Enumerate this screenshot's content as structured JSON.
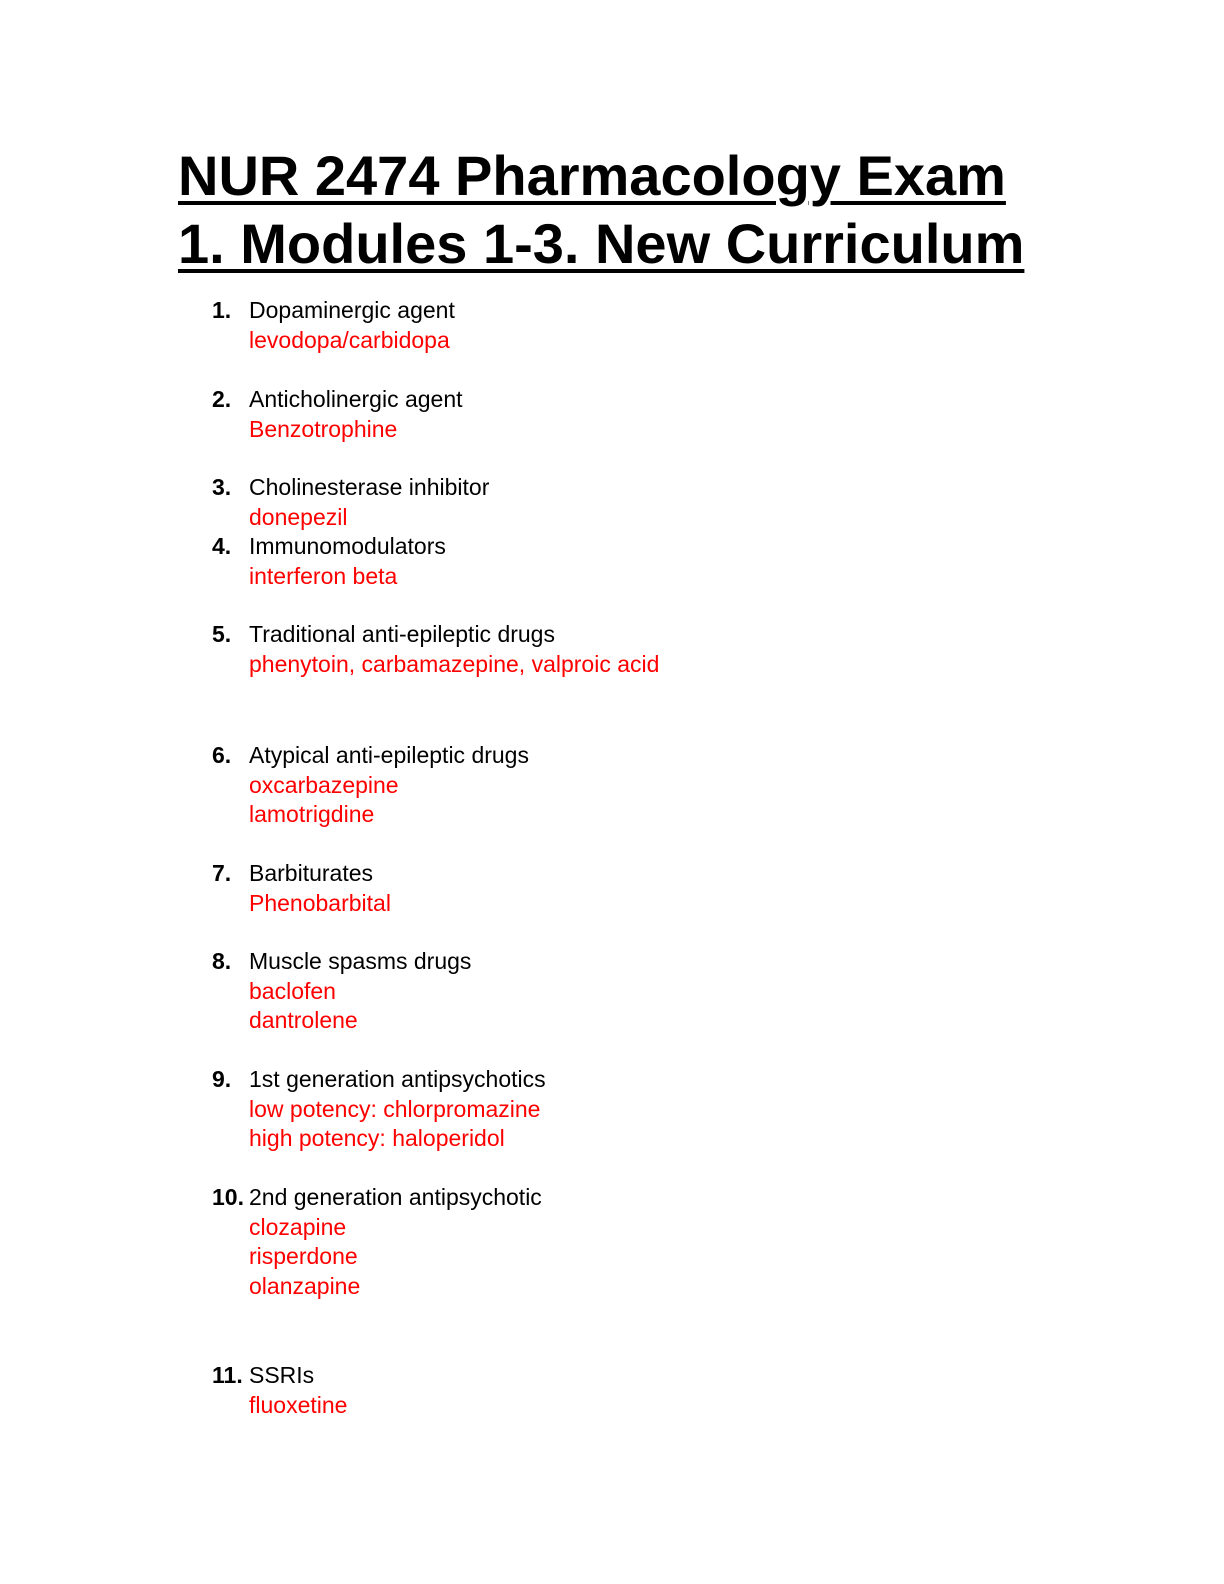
{
  "title": {
    "line1": "NUR 2474 Pharmacology Exam",
    "line2": "1. Modules 1-3. New Curriculum"
  },
  "items": [
    {
      "num": "1.",
      "label": "Dopaminergic agent",
      "answers": [
        "levodopa/carbidopa"
      ]
    },
    {
      "num": "2.",
      "label": "Anticholinergic agent",
      "answers": [
        "Benzotrophine"
      ]
    },
    {
      "num": "3.",
      "label": "Cholinesterase inhibitor",
      "answers": [
        "donepezil"
      ]
    },
    {
      "num": "4.",
      "label": "Immunomodulators",
      "answers": [
        "interferon beta"
      ]
    },
    {
      "num": "5.",
      "label": "Traditional anti-epileptic drugs",
      "answers": [
        "phenytoin, carbamazepine, valproic acid"
      ]
    },
    {
      "num": "6.",
      "label": "Atypical anti-epileptic drugs",
      "answers": [
        "oxcarbazepine",
        "lamotrigdine"
      ]
    },
    {
      "num": "7.",
      "label": "Barbiturates",
      "answers": [
        "Phenobarbital"
      ]
    },
    {
      "num": "8.",
      "label": "Muscle spasms drugs",
      "answers": [
        "baclofen",
        "dantrolene"
      ]
    },
    {
      "num": "9.",
      "label": "1st generation antipsychotics",
      "answers": [
        "low potency: chlorpromazine",
        "high potency: haloperidol"
      ]
    },
    {
      "num": "10.",
      "label": "2nd generation antipsychotic",
      "answers": [
        "clozapine",
        "risperdone",
        "olanzapine"
      ]
    },
    {
      "num": "11.",
      "label": "SSRIs",
      "answers": [
        "fluoxetine"
      ]
    }
  ]
}
